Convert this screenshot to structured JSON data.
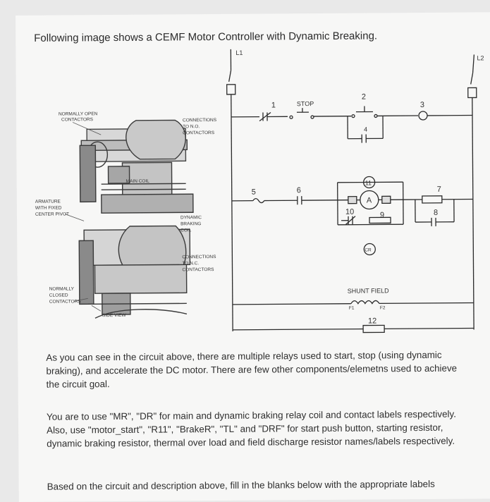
{
  "title": "Following image shows a CEMF Motor Controller with Dynamic Breaking.",
  "side_view": {
    "labels": {
      "normally_open_1": "NORMALLY OPEN",
      "normally_open_2": "CONTACTORS",
      "connections_no_1": "CONNECTIONS",
      "connections_no_2": "TO N.O.",
      "connections_no_3": "CONTACTORS",
      "main_coil": "MAIN COIL",
      "armature_1": "ARMATURE",
      "armature_2": "WITH FIXED",
      "armature_3": "CENTER PIVOT",
      "dynamic_1": "DYNAMIC",
      "dynamic_2": "BRAKING",
      "dynamic_3": "COIL",
      "connections_nc_1": "CONNECTIONS",
      "connections_nc_2": "TO N.C.",
      "connections_nc_3": "CONTACTORS",
      "normally_closed_1": "NORMALLY",
      "normally_closed_2": "CLOSED",
      "normally_closed_3": "CONTACTORS",
      "side_view": "SIDE VIEW"
    }
  },
  "schematic": {
    "l1": "L1",
    "l2": "L2",
    "stop": "STOP",
    "shunt_field": "SHUNT FIELD",
    "f1": "F1",
    "f2": "F2",
    "motor": "A",
    "cr": "CR",
    "numbers": {
      "n1": "1",
      "n2": "2",
      "n3": "3",
      "n4": "4",
      "n5": "5",
      "n6": "6",
      "n7": "7",
      "n8": "8",
      "n9": "9",
      "n10": "10",
      "n11": "11",
      "n12": "12"
    }
  },
  "paragraphs": {
    "p1": "As you can see in the circuit above, there are multiple relays used to start, stop (using dynamic braking), and accelerate the DC motor. There are few other components/elemetns used to achieve the circuit goal.",
    "p2": "You are to use \"MR\", \"DR\" for main and dynamic braking relay coil and contact labels respectively. Also, use \"motor_start\", \"R11\", \"BrakeR\", \"TL\" and \"DRF\" for start push button, starting resistor, dynamic braking resistor, thermal over load and field discharge resistor names/labels respectively.",
    "p3": "Based on the circuit and description above, fill in the blanks below with the appropriate labels"
  }
}
